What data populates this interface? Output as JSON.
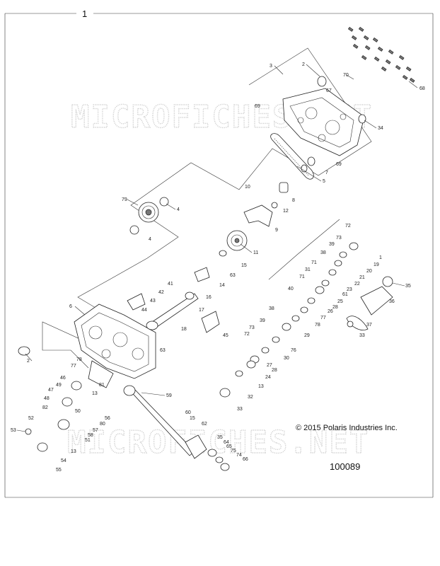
{
  "diagram": {
    "frame_number": "1",
    "watermark": "MICROFICHES.NET",
    "copyright": "© 2015 Polaris Industries Inc.",
    "figure_number": "100089",
    "callouts": [
      "1",
      "2",
      "3",
      "4",
      "5",
      "6",
      "7",
      "8",
      "9",
      "10",
      "11",
      "12",
      "13",
      "14",
      "15",
      "16",
      "17",
      "18",
      "19",
      "20",
      "21",
      "22",
      "23",
      "24",
      "25",
      "26",
      "27",
      "28",
      "29",
      "30",
      "31",
      "32",
      "33",
      "34",
      "35",
      "36",
      "37",
      "38",
      "39",
      "40",
      "41",
      "42",
      "43",
      "44",
      "45",
      "46",
      "47",
      "48",
      "49",
      "50",
      "51",
      "52",
      "53",
      "54",
      "55",
      "56",
      "57",
      "58",
      "59",
      "60",
      "61",
      "62",
      "63",
      "64",
      "65",
      "66",
      "67",
      "68",
      "69",
      "70",
      "71",
      "72",
      "73",
      "74",
      "75",
      "76",
      "77",
      "78",
      "79",
      "80",
      "81",
      "82"
    ]
  }
}
